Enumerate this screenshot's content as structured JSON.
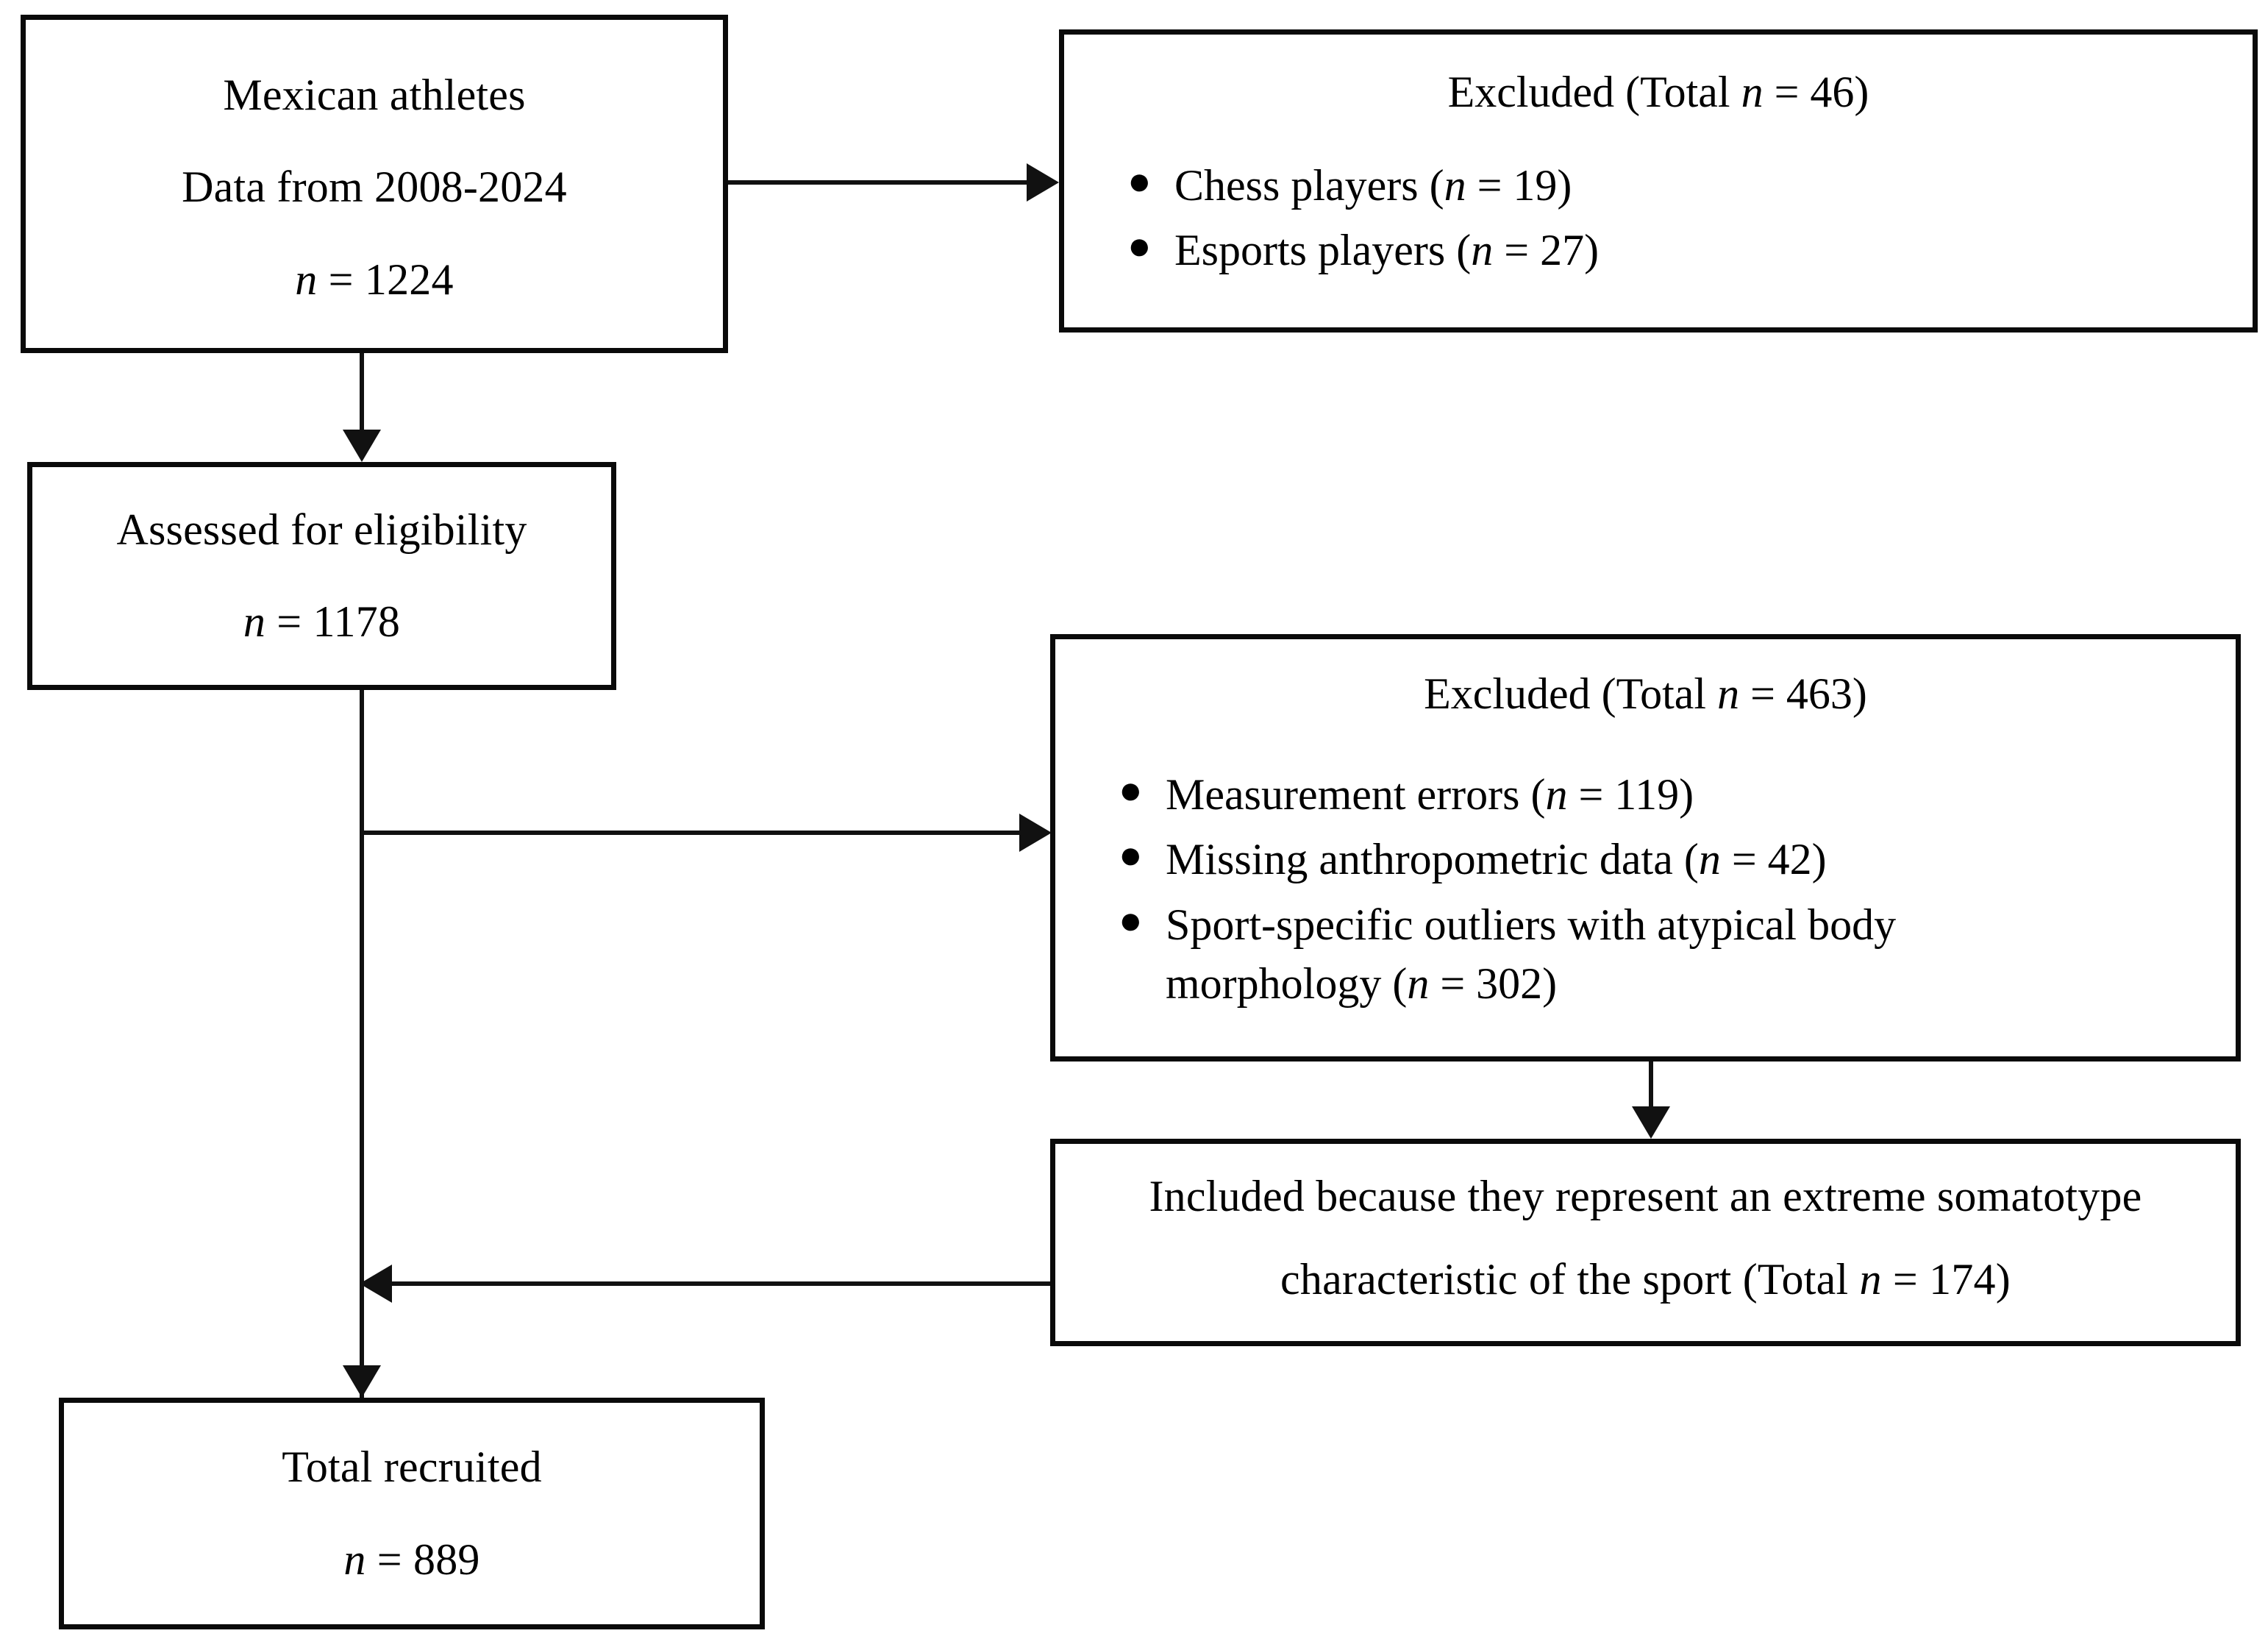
{
  "diagram": {
    "type": "participant-flow-diagram",
    "nodes": {
      "source": {
        "line1": "Mexican athletes",
        "line2": "Data from 2008-2024",
        "n_label": "n",
        "n_eq": " = 1224"
      },
      "eligibility": {
        "line1": "Assessed for eligibility",
        "n_label": "n",
        "n_eq": " = 1178"
      },
      "excluded_first": {
        "header_pre": "Excluded (Total ",
        "header_n": "n",
        "header_post": " = 46)",
        "bullets": [
          {
            "text_pre": "Chess players (",
            "n": "n",
            "text_post": " = 19)"
          },
          {
            "text_pre": "Esports players (",
            "n": "n",
            "text_post": " = 27)"
          }
        ]
      },
      "excluded_second": {
        "header_pre": "Excluded (Total ",
        "header_n": "n",
        "header_post": " = 463)",
        "bullets": [
          {
            "text_pre": "Measurement errors (",
            "n": "n",
            "text_post": " = 119)"
          },
          {
            "text_pre": "Missing anthropometric data (",
            "n": "n",
            "text_post": " = 42)"
          },
          {
            "text_pre": "Sport-specific outliers with atypical body morphology (",
            "n": "n",
            "text_post": " = 302)"
          }
        ]
      },
      "reincluded": {
        "line1": "Included because they represent an extreme somatotype",
        "line2_pre": "characteristic of the sport (Total ",
        "line2_n": "n",
        "line2_post": " = 174)"
      },
      "recruited": {
        "line1": "Total recruited",
        "n_label": "n",
        "n_eq": " = 889"
      }
    },
    "colors": {
      "stroke": "#0a0a0a",
      "connector": "#111111",
      "background": "#ffffff"
    }
  }
}
